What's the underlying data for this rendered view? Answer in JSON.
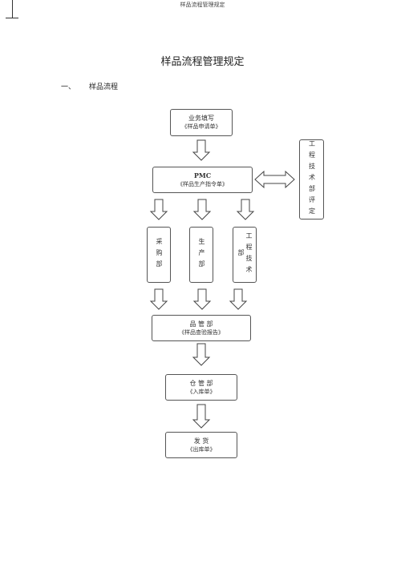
{
  "header": {
    "text": "样品流程管理规定"
  },
  "title": "样品流程管理规定",
  "section": {
    "number": "一、",
    "name": "样品流程"
  },
  "flow": {
    "business": {
      "line1": "业务填写",
      "line2": "《样品申请单》"
    },
    "pmc": {
      "line1": "PMC",
      "line2": "《样品生产指令单》"
    },
    "eng_review": {
      "text": "工程技术部评定"
    },
    "purchase": {
      "text": "采购部"
    },
    "production": {
      "text": "生产部"
    },
    "eng_dept": {
      "text": "工程技术部"
    },
    "qc": {
      "line1": "品 管 部",
      "line2": "《样品查验报告》"
    },
    "warehouse": {
      "line1": "仓 管 部",
      "line2": "《入库单》"
    },
    "shipping": {
      "line1": "发 货",
      "line2": "《出库单》"
    }
  }
}
